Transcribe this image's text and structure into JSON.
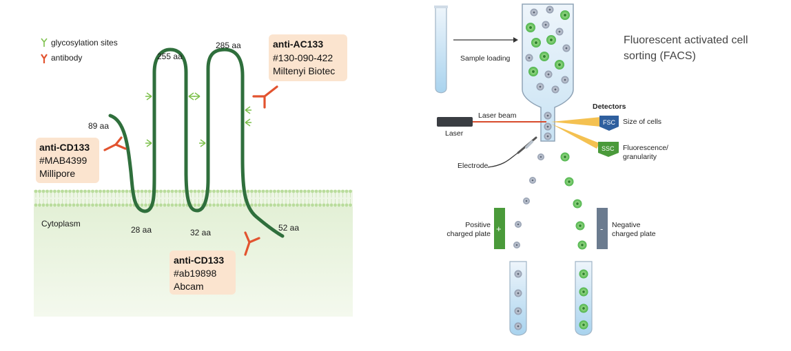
{
  "left": {
    "legend": {
      "glyco": "glycosylation sites",
      "antibody": "antibody"
    },
    "labels": {
      "aa89": "89 aa",
      "aa255": "255 aa",
      "aa285": "285 aa",
      "aa28": "28 aa",
      "aa32": "32 aa",
      "aa52": "52 aa",
      "cytoplasm": "Cytoplasm"
    },
    "boxes": {
      "ac133": {
        "title": "anti-AC133",
        "line1": "#130-090-422",
        "line2": "Miltenyi Biotec"
      },
      "cd133_left": {
        "title": "anti-CD133",
        "line1": "#MAB4399",
        "line2": "Millipore"
      },
      "cd133_bottom": {
        "title": "anti-CD133",
        "line1": "#ab19898",
        "line2": "Abcam"
      }
    },
    "colors": {
      "protein": "#2f6f3c",
      "antibody": "#e2532f",
      "glyco": "#7cc04a",
      "box": "#fbe4cf",
      "cytoplasm": "#d9ecc8"
    }
  },
  "right": {
    "title_line1": "Fluorescent activated cell",
    "title_line2": "sorting (FACS)",
    "sample_loading": "Sample loading",
    "laser_beam": "Laser beam",
    "laser": "Laser",
    "detectors": "Detectors",
    "fsc": "FSC",
    "ssc": "SSC",
    "size_of_cells": "Size of cells",
    "fluor_line1": "Fluorescence/",
    "fluor_line2": "granularity",
    "electrode": "Electrode",
    "positive_line1": "Positive",
    "positive_line2": "charged plate",
    "positive_sign": "+",
    "negative_line1": "Negative",
    "negative_line2": "charged plate",
    "negative_sign": "-",
    "colors": {
      "fsc": "#2f5f9e",
      "ssc": "#4a9a3a",
      "plus_plate": "#4a9a3a",
      "minus_plate": "#6b7b8f",
      "beam": "#f2b632"
    }
  }
}
